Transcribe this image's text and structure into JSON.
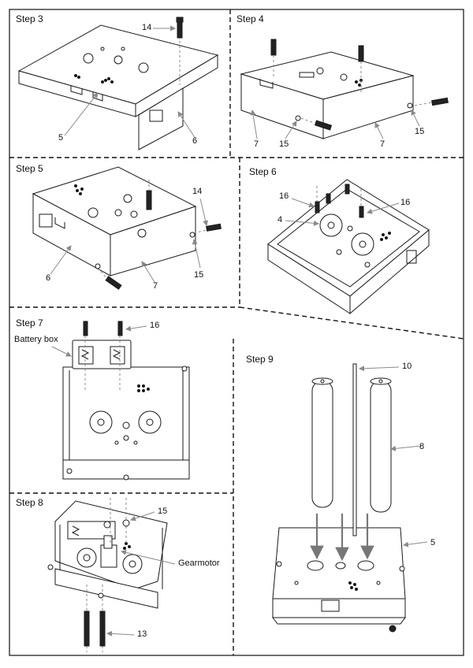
{
  "steps": {
    "s3": {
      "title": "Step 3",
      "callouts": [
        "14",
        "5",
        "6"
      ]
    },
    "s4": {
      "title": "Step 4",
      "callouts": [
        "7",
        "15",
        "7",
        "15"
      ]
    },
    "s5": {
      "title": "Step 5",
      "callouts": [
        "14",
        "6",
        "7",
        "15"
      ]
    },
    "s6": {
      "title": "Step 6",
      "callouts": [
        "16",
        "16",
        "4"
      ]
    },
    "s7": {
      "title": "Step 7",
      "callouts": [
        "16",
        "Battery box"
      ]
    },
    "s8": {
      "title": "Step 8",
      "callouts": [
        "15",
        "Gearmotor",
        "13"
      ]
    },
    "s9": {
      "title": "Step 9",
      "callouts": [
        "10",
        "8",
        "5"
      ]
    }
  },
  "colors": {
    "line": "#1a1a1a",
    "arrow": "#8a8a8a",
    "fill": "#ffffff"
  }
}
